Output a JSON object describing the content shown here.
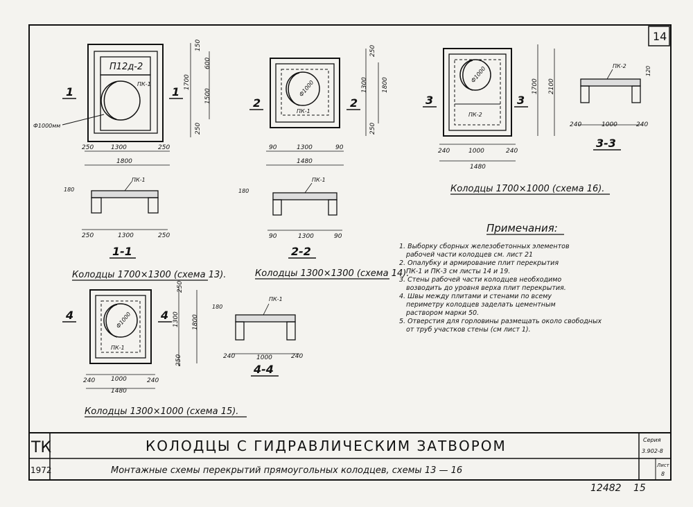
{
  "sheet_number": "14",
  "scheme13": {
    "plate_top": "П12д-2",
    "plate_circle": "ПК-1",
    "diameter_note": "Ф1000мм",
    "section_mark": "1",
    "dims_width": [
      "250",
      "1300",
      "250"
    ],
    "dim_total": "1800",
    "dims_height": [
      "150",
      "600",
      "1700",
      "1500",
      "250"
    ],
    "section_plate": "ПК-1",
    "section_dim_h": "180",
    "section_dims": [
      "250",
      "1300",
      "250"
    ],
    "section_title": "1-1",
    "caption": "Колодцы 1700×1300 (схема 13)."
  },
  "scheme14": {
    "plate_circle": "ПК-1",
    "diameter": "Ф1000",
    "section_mark": "2",
    "dims_height": [
      "250",
      "1300",
      "1800",
      "250"
    ],
    "dims_width": [
      "90",
      "1300",
      "90"
    ],
    "dim_total": "1480",
    "section_plate": "ПК-1",
    "section_dim_h": "180",
    "section_dims": [
      "90",
      "1300",
      "90"
    ],
    "section_title": "2-2",
    "caption": "Колодцы 1300×1300 (схема 14)."
  },
  "scheme16": {
    "plate_circle": "ПК-2",
    "diameter": "Ф1000",
    "section_mark": "3",
    "dims_height": [
      "1700",
      "2100"
    ],
    "dims_width": [
      "240",
      "1000",
      "240"
    ],
    "dim_total": "1480",
    "section_plate": "ПК-2",
    "section_dim_h": "120",
    "section_dims": [
      "240",
      "1000",
      "240"
    ],
    "section_title": "3-3",
    "caption": "Колодцы 1700×1000 (схема 16)."
  },
  "scheme15": {
    "plate_circle": "ПК-1",
    "diameter": "Ф1000",
    "section_mark": "4",
    "dims_height": [
      "250",
      "1300",
      "1800",
      "250"
    ],
    "dims_width": [
      "240",
      "1000",
      "240"
    ],
    "dim_total": "1480",
    "section_plate": "ПК-1",
    "section_dim_h": "180",
    "section_dims": [
      "240",
      "1000",
      "240"
    ],
    "section_title": "4-4",
    "caption": "Колодцы 1300×1000 (схема 15)."
  },
  "notes": {
    "title": "Примечания:",
    "lines": [
      "1. Выборку сборных железобетонных элементов",
      "рабочей части колодцев см. лист 21",
      "2. Опалубку и армирование плит перекрытия",
      "ПК-1 и ПК-3 см листы 14 и 19.",
      "3. Стены рабочей части колодцев необходимо",
      "возводить до уровня верха плит перекрытия.",
      "4. Швы между плитами и стенами по всему",
      "периметру колодцев заделать цементным",
      "раствором марки 50.",
      "5. Отверстия для горловины размещать около свободных",
      "от труб участков стены (см лист 1)."
    ]
  },
  "title_block": {
    "org": "ТК",
    "year": "1972",
    "title": "КОЛОДЦЫ С ГИДРАВЛИЧЕСКИМ ЗАТВОРОМ",
    "subtitle": "Монтажные схемы перекрытий прямоугольных колодцев, схемы 13 — 16",
    "series_label": "Серия",
    "series_value": "3.902-8",
    "sheet_label": "Лист",
    "sheet_value": "8"
  },
  "footer": {
    "code": "12482",
    "page": "15"
  }
}
